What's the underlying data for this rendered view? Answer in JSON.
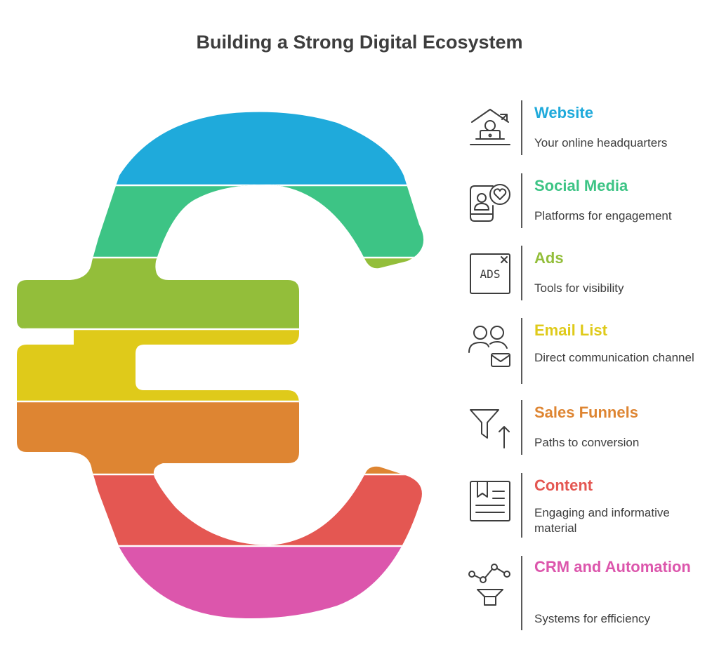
{
  "title": "Building a Strong Digital Ecosystem",
  "colors": {
    "website": "#1FAADB",
    "social": "#3DC485",
    "ads": "#93BE3A",
    "email": "#DFCA1A",
    "sales": "#DE8532",
    "content": "#E45752",
    "crm": "#DC56AC",
    "icon_stroke": "#3d3d3d"
  },
  "items": [
    {
      "label": "Website",
      "desc": "Your online headquarters",
      "color": "#1FAADB",
      "icon": "home-laptop-icon"
    },
    {
      "label": "Social Media",
      "desc": "Platforms for engagement",
      "color": "#3DC485",
      "icon": "phone-heart-icon"
    },
    {
      "label": "Ads",
      "desc": "Tools for visibility",
      "color": "#93BE3A",
      "icon": "ads-window-icon",
      "icon_text": "ADS"
    },
    {
      "label": "Email List",
      "desc": "Direct communication channel",
      "color": "#DFCA1A",
      "icon": "people-mail-icon"
    },
    {
      "label": "Sales Funnels",
      "desc": "Paths to conversion",
      "color": "#DE8532",
      "icon": "funnel-arrow-icon"
    },
    {
      "label": "Content",
      "desc": "Engaging and informative material",
      "color": "#E45752",
      "icon": "document-icon"
    },
    {
      "label": "CRM and Automation",
      "desc": "Systems for efficiency",
      "color": "#DC56AC",
      "icon": "nodes-funnel-icon"
    }
  ]
}
